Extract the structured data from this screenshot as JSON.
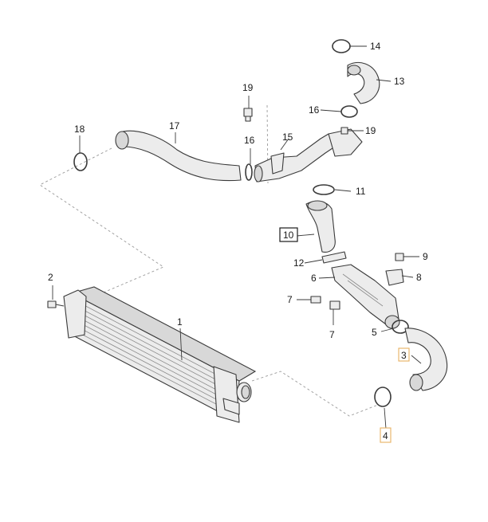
{
  "callouts": [
    {
      "id": "c1",
      "number": "1"
    },
    {
      "id": "c2",
      "number": "2"
    },
    {
      "id": "c3",
      "number": "3",
      "highlight": "orange"
    },
    {
      "id": "c4",
      "number": "4",
      "highlight": "orange"
    },
    {
      "id": "c5",
      "number": "5"
    },
    {
      "id": "c6",
      "number": "6"
    },
    {
      "id": "c7a",
      "number": "7"
    },
    {
      "id": "c7b",
      "number": "7"
    },
    {
      "id": "c8",
      "number": "8"
    },
    {
      "id": "c9",
      "number": "9"
    },
    {
      "id": "c10",
      "number": "10",
      "highlight": "black"
    },
    {
      "id": "c11",
      "number": "11"
    },
    {
      "id": "c12",
      "number": "12"
    },
    {
      "id": "c13",
      "number": "13"
    },
    {
      "id": "c14",
      "number": "14"
    },
    {
      "id": "c15",
      "number": "15"
    },
    {
      "id": "c16a",
      "number": "16"
    },
    {
      "id": "c16b",
      "number": "16"
    },
    {
      "id": "c17",
      "number": "17"
    },
    {
      "id": "c18",
      "number": "18"
    },
    {
      "id": "c19a",
      "number": "19"
    },
    {
      "id": "c19b",
      "number": "19"
    }
  ],
  "colors": {
    "line": "#3a3a3a",
    "part_fill": "#ececec",
    "highlight_orange": "#e8b060",
    "highlight_black": "#1a1a1a"
  }
}
